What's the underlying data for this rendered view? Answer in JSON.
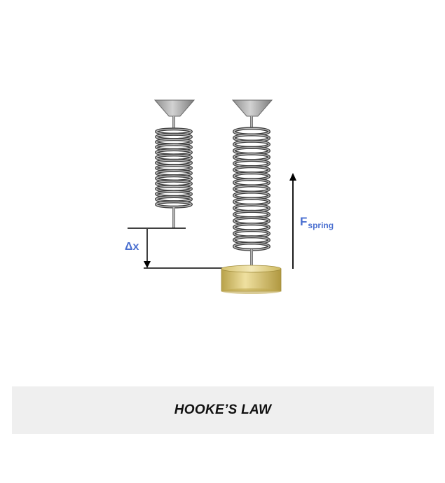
{
  "diagram": {
    "delta_label": "Δx",
    "force_label_main": "F",
    "force_label_sub": "spring",
    "colors": {
      "label_blue": "#4a6fd0",
      "spring_metal": "#7b7b7b",
      "mount_gray": "#a8a8a8",
      "weight_gold": "#d9c46a"
    }
  },
  "caption": {
    "title": "HOOKE’S LAW"
  }
}
